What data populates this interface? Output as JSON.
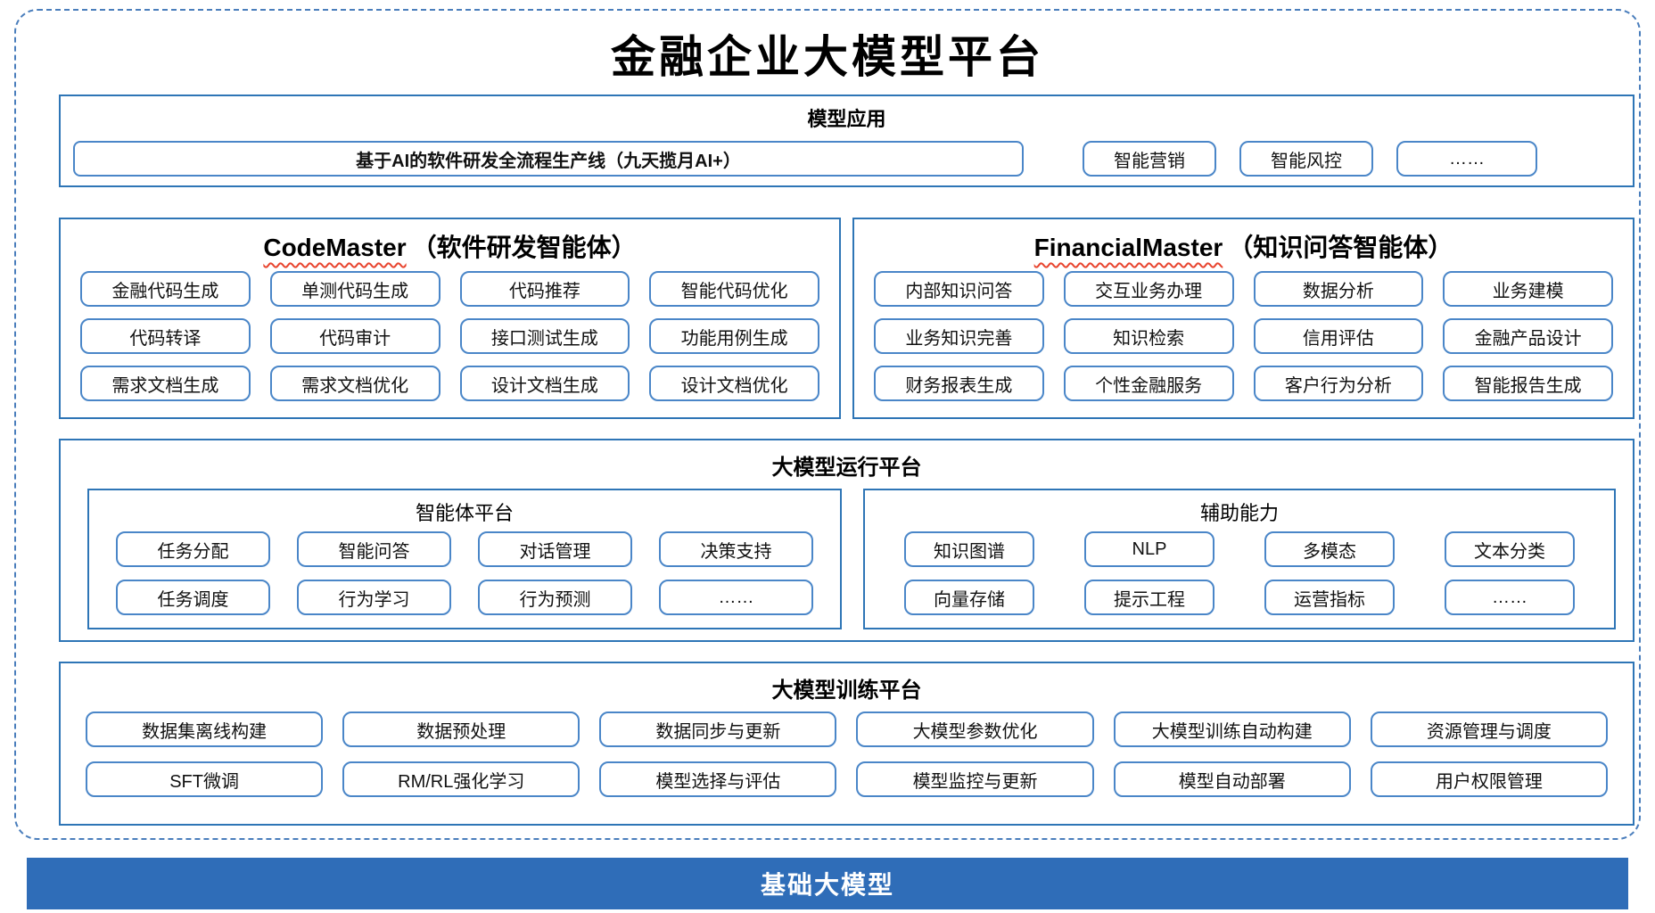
{
  "title": "金融企业大模型平台",
  "colors": {
    "section_border": "#2E75B6",
    "box_border": "#4A86C8",
    "outer_dashed_border": "#4A7EBC",
    "wavy_underline": "#E8442E",
    "base_bar_bg": "#2F6DB8",
    "base_bar_text": "#FFFFFF"
  },
  "model_app": {
    "header": "模型应用",
    "pipeline": "基于AI的软件研发全流程生产线（九天揽月AI+）",
    "items": [
      "智能营销",
      "智能风控",
      "……"
    ]
  },
  "code_master": {
    "name": "CodeMaster",
    "suffix": "（软件研发智能体）",
    "items": [
      "金融代码生成",
      "单测代码生成",
      "代码推荐",
      "智能代码优化",
      "代码转译",
      "代码审计",
      "接口测试生成",
      "功能用例生成",
      "需求文档生成",
      "需求文档优化",
      "设计文档生成",
      "设计文档优化"
    ]
  },
  "financial_master": {
    "name": "FinancialMaster",
    "suffix": "（知识问答智能体）",
    "items": [
      "内部知识问答",
      "交互业务办理",
      "数据分析",
      "业务建模",
      "业务知识完善",
      "知识检索",
      "信用评估",
      "金融产品设计",
      "财务报表生成",
      "个性金融服务",
      "客户行为分析",
      "智能报告生成"
    ]
  },
  "runtime_platform": {
    "header": "大模型运行平台",
    "agent_platform": {
      "header": "智能体平台",
      "items": [
        "任务分配",
        "智能问答",
        "对话管理",
        "决策支持",
        "任务调度",
        "行为学习",
        "行为预测",
        "……"
      ]
    },
    "aux_ability": {
      "header": "辅助能力",
      "items": [
        "知识图谱",
        "NLP",
        "多模态",
        "文本分类",
        "向量存储",
        "提示工程",
        "运营指标",
        "……"
      ]
    }
  },
  "training_platform": {
    "header": "大模型训练平台",
    "items": [
      "数据集离线构建",
      "数据预处理",
      "数据同步与更新",
      "大模型参数优化",
      "大模型训练自动构建",
      "资源管理与调度",
      "SFT微调",
      "RM/RL强化学习",
      "模型选择与评估",
      "模型监控与更新",
      "模型自动部署",
      "用户权限管理"
    ]
  },
  "base_model_bar": {
    "label": "基础大模型"
  }
}
